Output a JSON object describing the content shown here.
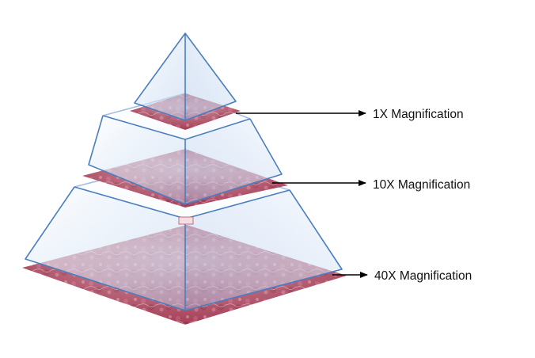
{
  "levels": [
    {
      "label": "1X Magnification"
    },
    {
      "label": "10X Magnification"
    },
    {
      "label": "40X Magnification"
    }
  ],
  "colors": {
    "tissue": "#a8445c",
    "tissue_light": "#d38aa0",
    "glass": "#cfe0f5",
    "edge": "#4a7ec0",
    "arrow": "#000000"
  }
}
